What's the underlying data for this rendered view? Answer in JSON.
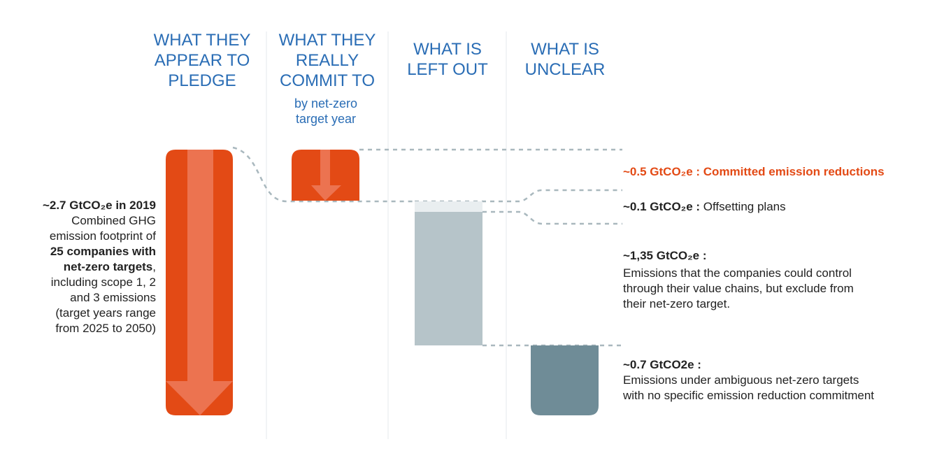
{
  "columns": [
    {
      "title": [
        "WHAT THEY",
        "APPEAR TO",
        "PLEDGE"
      ]
    },
    {
      "title": [
        "WHAT THEY",
        "REALLY",
        "COMMIT TO"
      ],
      "subtitle": [
        "by net-zero",
        "target year"
      ]
    },
    {
      "title": [
        "WHAT IS",
        "LEFT OUT"
      ]
    },
    {
      "title": [
        "WHAT IS",
        "UNCLEAR"
      ]
    }
  ],
  "left_note": {
    "value": "~2.7 GtCO₂e in 2019",
    "lines": [
      "Combined GHG",
      "emission footprint of"
    ],
    "bold_lines": [
      "25 companies with",
      "net-zero targets"
    ],
    "tail_comma": ",",
    "rest": [
      "including scope 1, 2",
      "and 3 emissions",
      "(target years range",
      "from 2025 to 2050)"
    ]
  },
  "right_notes": {
    "committed": {
      "value": "~0.5 GtCO₂e : Committed emission reductions"
    },
    "offsetting": {
      "value": "~0.1 GtCO₂e :",
      "label": " Offsetting plans"
    },
    "left_out": {
      "value": "~1,35 GtCO₂e :",
      "lines": [
        "Emissions that the companies could control",
        "through their value chains, but exclude from",
        "their net-zero target."
      ]
    },
    "unclear": {
      "value": "~0.7 GtCO2e :",
      "lines": [
        "Emissions under ambiguous net-zero targets",
        "with no specific emission reduction commitment"
      ]
    }
  },
  "colors": {
    "orange": "#e34a15",
    "arrow": "#ec7350",
    "gray": "#b6c4c9",
    "light": "#e9eef0",
    "dark": "#6f8c97",
    "blue": "#2a6db5"
  },
  "chart_data": {
    "type": "bar",
    "unit": "GtCO2e",
    "categories": [
      "What they appear to pledge",
      "What they really commit to",
      "What is left out",
      "What is unclear"
    ],
    "values": [
      2.7,
      0.5,
      1.45,
      0.7
    ],
    "components": {
      "total": 2.7,
      "committed": 0.5,
      "offsetting": 0.1,
      "left_out": 1.35,
      "unclear": 0.7
    }
  }
}
